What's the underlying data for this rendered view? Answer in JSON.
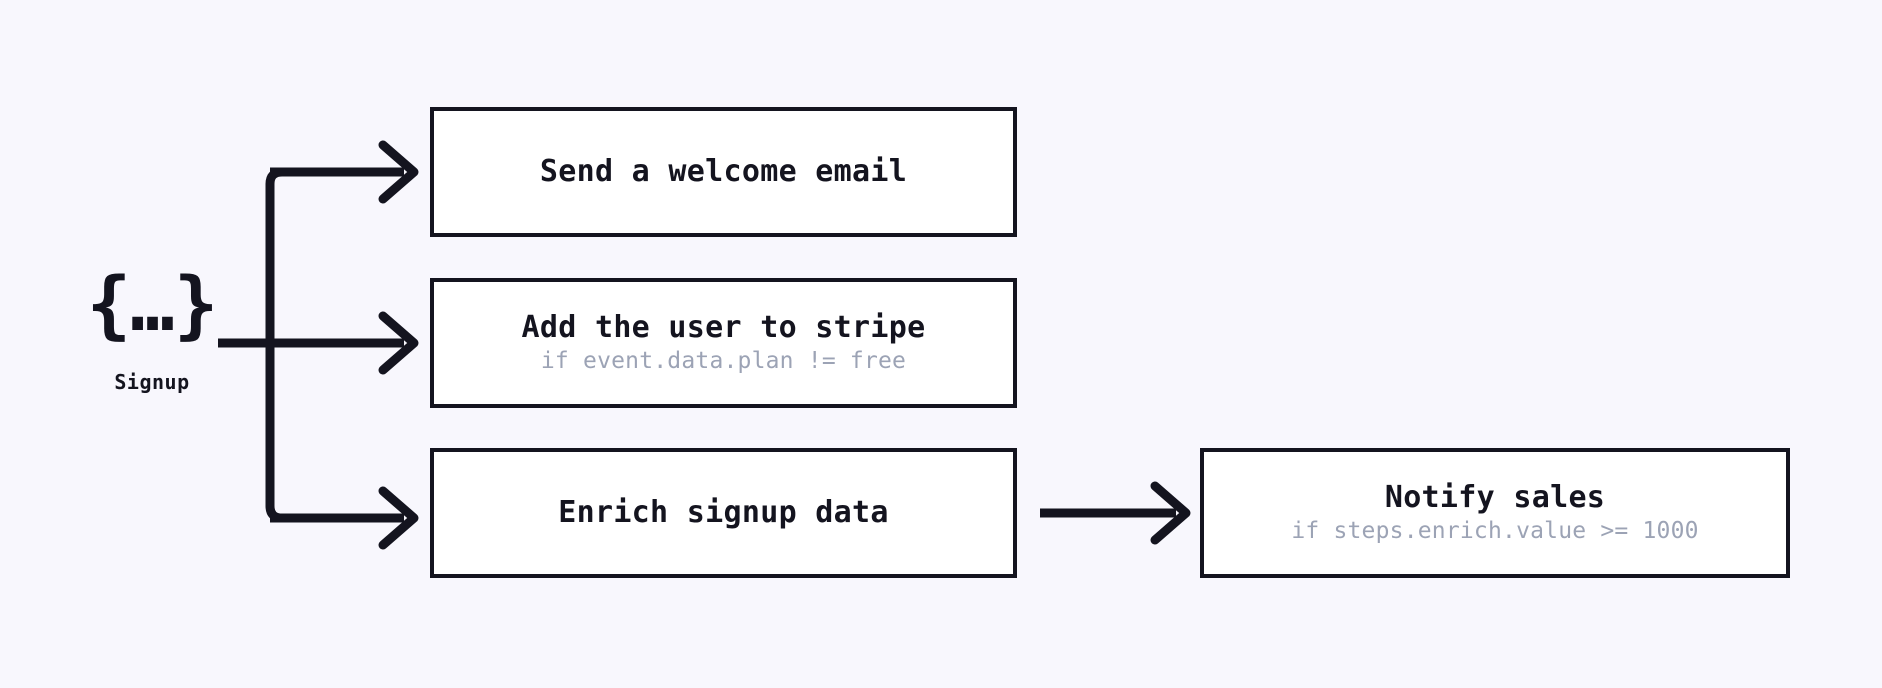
{
  "canvas": {
    "background_color": "#F8F7FD",
    "line_color": "#14141F",
    "box_fill_color": "#FFFFFF",
    "condition_text_color": "#9CA3B5"
  },
  "trigger": {
    "glyph": "{…}",
    "icon_name": "json-event-braces-icon",
    "label": "Signup"
  },
  "steps": [
    {
      "id": "welcome-email",
      "title": "Send a welcome email",
      "condition": ""
    },
    {
      "id": "add-stripe",
      "title": "Add the user to stripe",
      "condition": "if event.data.plan != free"
    },
    {
      "id": "enrich-data",
      "title": "Enrich signup data",
      "condition": ""
    },
    {
      "id": "notify-sales",
      "title": "Notify sales",
      "condition": "if steps.enrich.value >= 1000"
    }
  ],
  "connectors": [
    {
      "name": "trigger-to-welcome-email",
      "from": "trigger",
      "to": "welcome-email"
    },
    {
      "name": "trigger-to-add-stripe",
      "from": "trigger",
      "to": "add-stripe"
    },
    {
      "name": "trigger-to-enrich-data",
      "from": "trigger",
      "to": "enrich-data"
    },
    {
      "name": "enrich-data-to-notify-sales",
      "from": "enrich-data",
      "to": "notify-sales"
    }
  ]
}
